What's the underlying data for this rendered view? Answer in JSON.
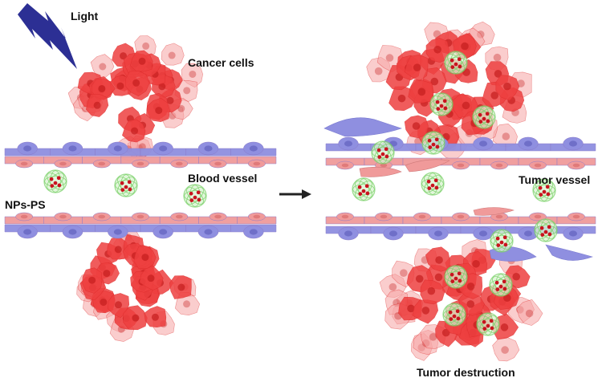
{
  "labels": {
    "light": "Light",
    "cancer_cells": "Cancer cells",
    "blood_vessel": "Blood vessel",
    "nps_ps": "NPs-PS",
    "tumor_vessel": "Tumor vessel",
    "tumor_destruction": "Tumor destruction"
  },
  "colors": {
    "lightning": "#2c2f94",
    "tumor_cell": "#ee4040",
    "tumor_cell_light": "#f7a6a6",
    "nucleus": "#c41e1e",
    "endothelial_blue": "#8f8fe0",
    "endothelial_pink": "#f09a9a",
    "nanoparticle": "#7bd16a",
    "nanoparticle_fill": "#d9f4cf",
    "payload_dot": "#c8141e",
    "arrow": "#222222"
  },
  "icons": [
    "lightning-icon",
    "arrow-right-icon",
    "nanoparticle-icon"
  ]
}
